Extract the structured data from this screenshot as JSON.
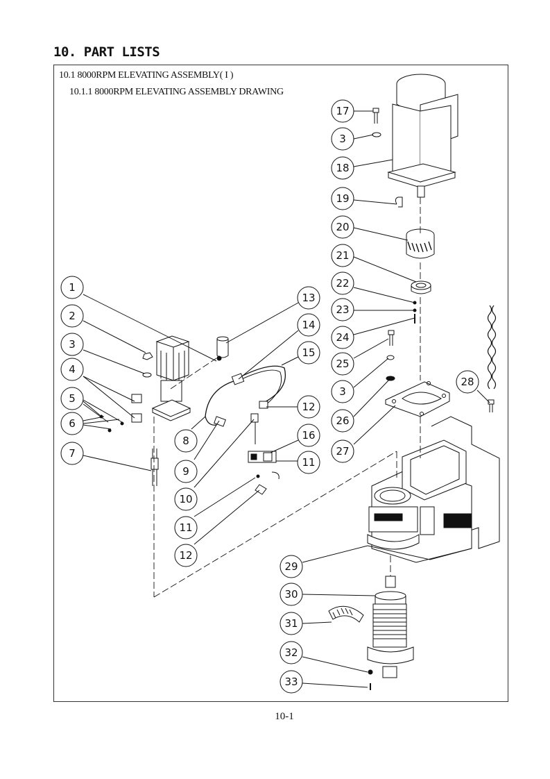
{
  "page": {
    "heading": "10. PART LISTS",
    "section": "10.1 8000RPM ELEVATING ASSEMBLY( I )",
    "subsection": "10.1.1 8000RPM ELEVATING ASSEMBLY DRAWING",
    "page_number": "10-1"
  },
  "callouts": [
    "1",
    "2",
    "3",
    "4",
    "5",
    "6",
    "7",
    "8",
    "9",
    "10",
    "11",
    "12",
    "13",
    "14",
    "15",
    "12",
    "16",
    "11",
    "17",
    "3",
    "18",
    "19",
    "20",
    "21",
    "22",
    "23",
    "24",
    "25",
    "3",
    "26",
    "27",
    "28",
    "29",
    "30",
    "31",
    "32",
    "33"
  ]
}
